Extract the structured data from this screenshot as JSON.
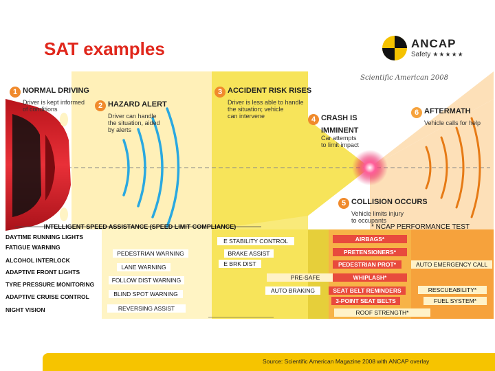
{
  "slide": {
    "title": "SAT examples",
    "source": "Source: Scientific American Magazine 2008 with ANCAP overlay"
  },
  "logo": {
    "name": "ANCAP",
    "sub": "Safety",
    "stars": "★★★★★"
  },
  "figure": {
    "credit": "Scientific American 2008",
    "stages": [
      {
        "num": "1",
        "title": "NORMAL DRIVING",
        "desc": [
          "Driver is kept informed",
          "of conditions"
        ]
      },
      {
        "num": "2",
        "title": "HAZARD ALERT",
        "desc": [
          "Driver can handle",
          "the situation, aided",
          "by alerts"
        ]
      },
      {
        "num": "3",
        "title": "ACCIDENT RISK RISES",
        "desc": [
          "Driver is less able to handle",
          "the situation; vehicle",
          "can intervene"
        ]
      },
      {
        "num": "4",
        "title1": "CRASH IS",
        "title2": "IMMINENT",
        "desc": [
          "Car attempts",
          "to limit impact"
        ]
      },
      {
        "num": "5",
        "title": "COLLISION OCCURS",
        "desc": [
          "Vehicle limits injury",
          "to occupants"
        ]
      },
      {
        "num": "6",
        "title": "AFTERMATH",
        "desc": [
          "Vehicle calls for help"
        ]
      }
    ],
    "isa_label": "INTELLIGENT SPEED ASSISTANCE (SPEED LIMIT COMPLIANCE)",
    "ncap_title": "* NCAP PERFORMANCE TEST",
    "left_list": [
      "DAYTIME RUNNING LIGHTS",
      "FATIGUE WARNING",
      "ALCOHOL INTERLOCK",
      "ADAPTIVE FRONT LIGHTS",
      "TYRE PRESSURE MONITORING",
      "ADAPTIVE CRUISE CONTROL",
      "NIGHT VISION"
    ],
    "col2": [
      "PEDESTRIAN WARNING",
      "LANE WARNING",
      "FOLLOW DIST WARNING",
      "BLIND SPOT WARNING",
      "REVERSING ASSIST"
    ],
    "col3": [
      "E STABILITY CONTROL",
      "BRAKE ASSIST",
      "E BRK DIST",
      "PRE-SAFE",
      "AUTO BRAKING"
    ],
    "col4": [
      "AIRBAGS*",
      "PRETENSIONERS*",
      "PEDESTRIAN PROT*",
      "WHIPLASH*",
      "SEAT BELT REMINDERS",
      "3-POINT SEAT BELTS",
      "ROOF STRENGTH*"
    ],
    "col5": [
      "AUTO EMERGENCY CALL",
      "RESCUEABILITY*",
      "FUEL SYSTEM*"
    ]
  },
  "colors": {
    "title": "#e0271c",
    "car": "#d8232a",
    "waves": "#2aa8e0",
    "flash": "#e8175d",
    "zone_pale": "#fff4c4",
    "zone_yellow": "#f7e45a",
    "zone_mustard": "#e6cf3a",
    "zone_orange": "#f7b347",
    "zone_dark_orange": "#f6a23c",
    "footer": "#f6c400"
  },
  "icons": [
    "car-illustration",
    "warning-wave-icon",
    "impact-flash-icon",
    "ancap-logo-mark"
  ]
}
